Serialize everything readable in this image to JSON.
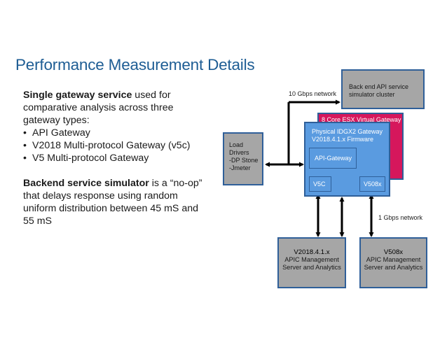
{
  "slide": {
    "title": "Performance Measurement Details",
    "intro_bold": "Single gateway service",
    "intro_rest": " used for comparative analysis across three gateway types:",
    "bullets": [
      "API Gateway",
      "V2018 Multi-protocol Gateway (v5c)",
      "V5 Multi-protocol Gateway"
    ],
    "backend_bold": "Backend service simulator",
    "backend_rest": " is a “no-op” that delays response using random uniform distribution between 45 mS and 55 mS"
  },
  "diagram": {
    "backend_box": [
      "Back end API service",
      "simulator cluster"
    ],
    "load_box": [
      "Load",
      "Drivers",
      "-DP Stone",
      "-Jmeter"
    ],
    "esx_label": "8 Core ESX Virtual Gateway",
    "physical_label": [
      "Physical IDGX2 Gateway",
      "V2018.4.1.x Firmware"
    ],
    "api_gateway": "API-Gateway",
    "port_v5c": "V5C",
    "port_v508": "V508x",
    "network_10g": "10 Gbps network",
    "network_1g": "1 Gbps network",
    "apic_left": {
      "title": "V2018.4.1.x",
      "line1": "APIC Management",
      "line2": "Server and Analytics"
    },
    "apic_right": {
      "title": "V508x",
      "line1": "APIC Management",
      "line2": "Server and Analytics"
    },
    "colors": {
      "title_blue": "#1e5d94",
      "gateway_blue": "#5a9be0",
      "esx_pink": "#d6175c",
      "box_gray": "#a6a6a6",
      "border_blue": "#2f5f99"
    }
  }
}
